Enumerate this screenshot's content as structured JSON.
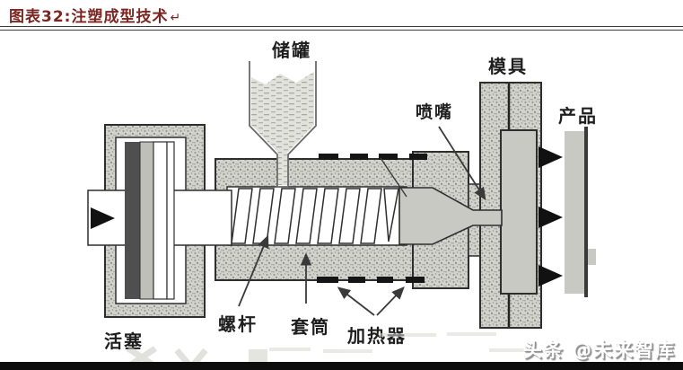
{
  "header": {
    "title": "图表32:注塑成型技术",
    "return_mark": "↵"
  },
  "diagram": {
    "type": "technical-schematic",
    "subject": "injection molding machine cross-section",
    "labels": {
      "hopper": "储罐",
      "mold": "模具",
      "nozzle": "喷嘴",
      "product": "产品",
      "screw": "螺杆",
      "barrel": "套筒",
      "heater": "加热器",
      "piston": "活塞"
    },
    "flow_direction": "left-to-right"
  },
  "watermark": {
    "text": "头条 @未来智库"
  },
  "colors": {
    "title_red": "#7c2622",
    "outline": "#2e2e2e",
    "stipple_base": "#d3d3cd",
    "stipple_dot": "#8d8d85",
    "metal_light": "#c9c9c3",
    "piston_dark_bar": "#4f4f4f",
    "piston_gray_bar": "#bfbfb9",
    "heater_black": "#151515",
    "bottom_bar": "#0d0d0d",
    "watermark_shadow": "#8f8f8f"
  }
}
